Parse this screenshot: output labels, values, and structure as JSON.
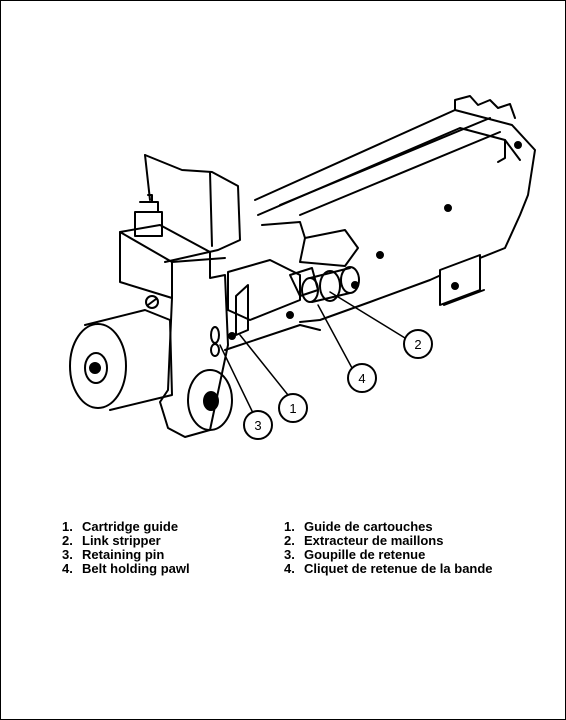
{
  "figure": {
    "callouts": [
      "1",
      "2",
      "3",
      "4"
    ]
  },
  "legend_en": [
    {
      "num": "1.",
      "text": "Cartridge guide"
    },
    {
      "num": "2.",
      "text": "Link stripper"
    },
    {
      "num": "3.",
      "text": "Retaining pin"
    },
    {
      "num": "4.",
      "text": "Belt holding pawl"
    }
  ],
  "legend_fr": [
    {
      "num": "1.",
      "text": "Guide de cartouches"
    },
    {
      "num": "2.",
      "text": "Extracteur de maillons"
    },
    {
      "num": "3.",
      "text": "Goupille de retenue"
    },
    {
      "num": "4.",
      "text": "Cliquet de retenue de la bande"
    }
  ]
}
